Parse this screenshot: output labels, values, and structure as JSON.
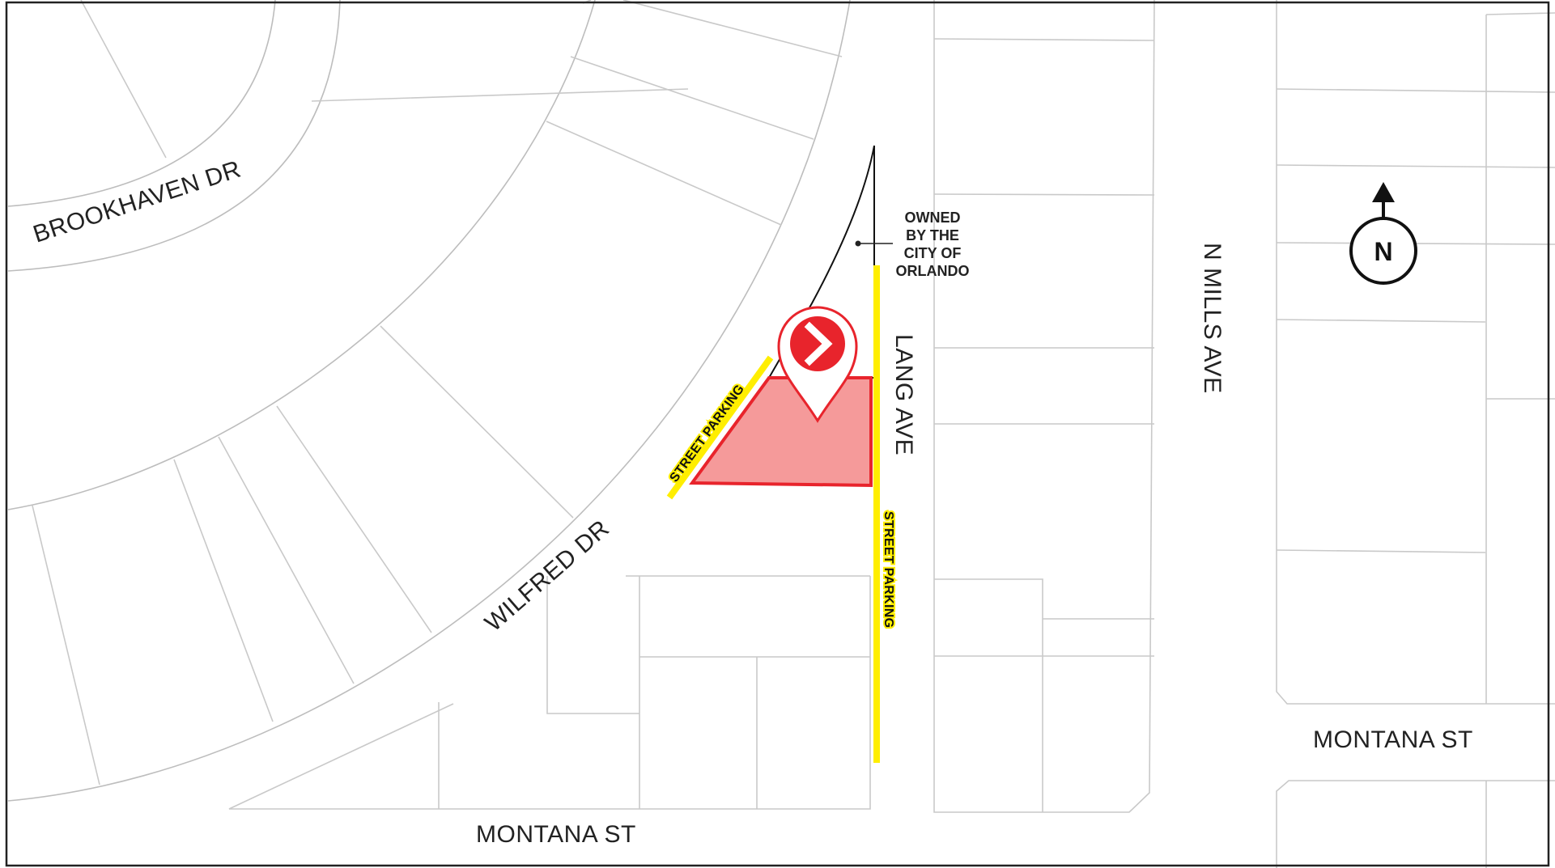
{
  "map": {
    "streets": {
      "brookhaven": "BROOKHAVEN DR",
      "wilfred": "WILFRED DR",
      "lang": "LANG AVE",
      "mills": "N MILLS AVE",
      "montana_left": "MONTANA ST",
      "montana_right": "MONTANA ST"
    },
    "annotations": {
      "owned_line1": "OWNED",
      "owned_line2": "BY THE",
      "owned_line3": "CITY OF",
      "owned_line4": "ORLANDO"
    },
    "parking": {
      "diagonal_label": "STREET PARKING",
      "vertical_label": "STREET PARKING"
    },
    "north_arrow": {
      "label": "N"
    },
    "colors": {
      "parcel_fill": "#f59a9a",
      "parcel_stroke": "#e8242c",
      "marker_fill": "#e8242c",
      "parking": "#ffee00",
      "lot_lines": "#c9c9c9",
      "border": "#222222"
    },
    "icons": {
      "marker": "location-pin-icon",
      "marker_glyph": "chevron-right-icon",
      "north": "north-arrow-icon"
    }
  }
}
